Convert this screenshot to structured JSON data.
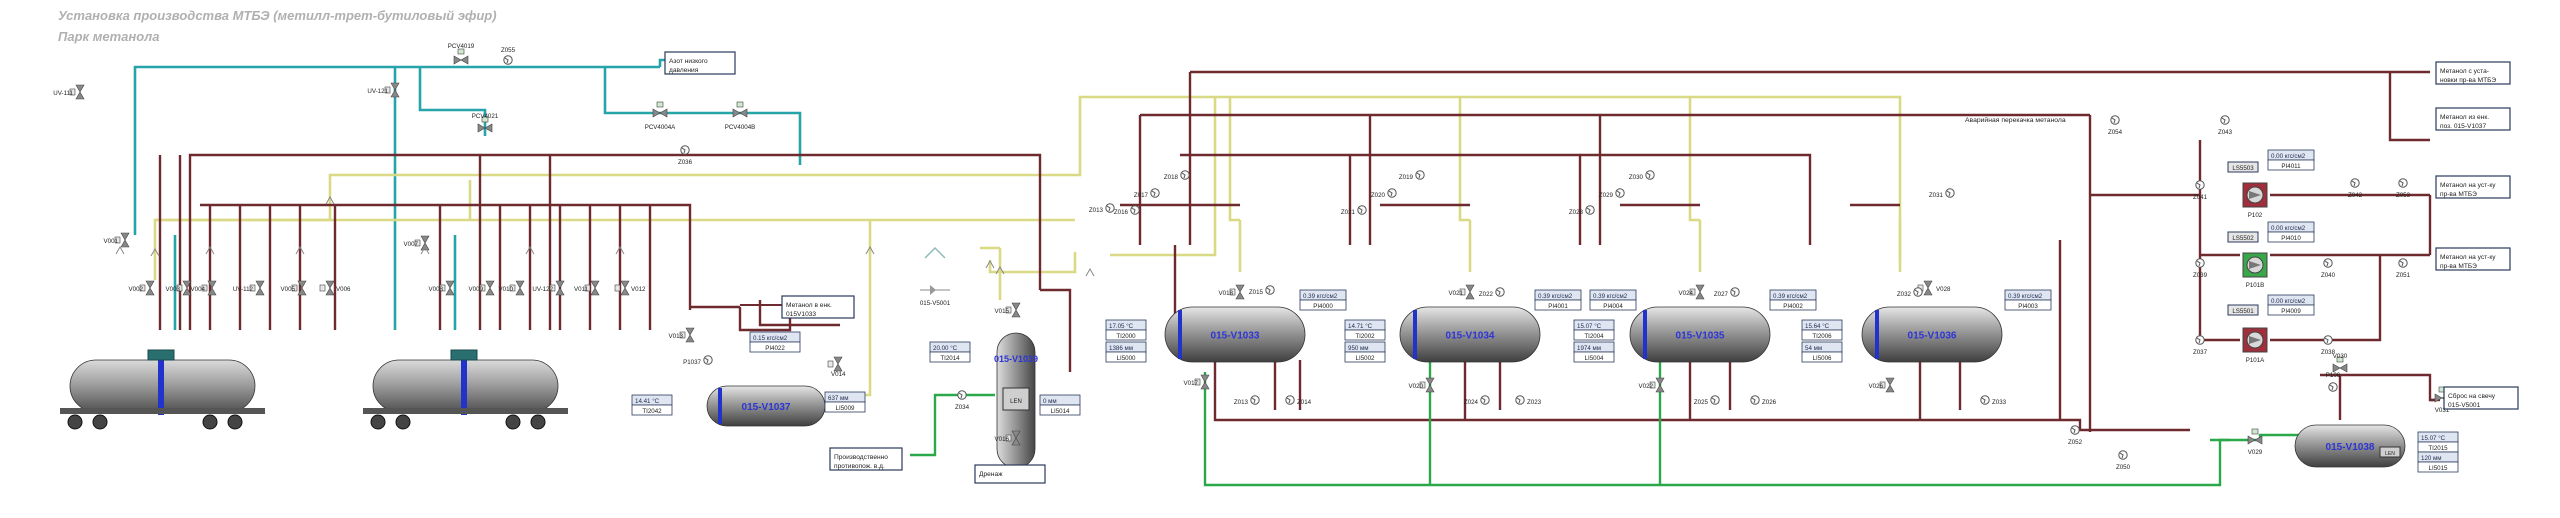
{
  "header": {
    "title": "Установка производства МТБЭ (метилл-трет-бутиловый эфир)",
    "subtitle": "Парк метанола"
  },
  "colors": {
    "pipe_methanol": "#6e2a2e",
    "pipe_nitrogen": "#27a4a9",
    "pipe_steam": "#dada86",
    "pipe_drain": "#2aa84a",
    "vessel_name": "#2d35d6",
    "box_border": "#2a3a5c",
    "value_box": "#dfe6f2"
  },
  "vessels": [
    {
      "id": "tank1",
      "name": ""
    },
    {
      "id": "tank2",
      "name": ""
    },
    {
      "id": "v1037",
      "name": "015-V1037"
    },
    {
      "id": "v1039",
      "name": "015-V1039"
    },
    {
      "id": "v1033",
      "name": "015-V1033"
    },
    {
      "id": "v1034",
      "name": "015-V1034"
    },
    {
      "id": "v1035",
      "name": "015-V1035"
    },
    {
      "id": "v1036",
      "name": "015-V1036"
    },
    {
      "id": "v1038",
      "name": "015-V1038"
    }
  ],
  "valves": [
    {
      "id": "uv111",
      "label": "UV-111"
    },
    {
      "id": "v001",
      "label": "V001"
    },
    {
      "id": "v002",
      "label": "V002"
    },
    {
      "id": "v003",
      "label": "V003"
    },
    {
      "id": "v004",
      "label": "V004"
    },
    {
      "id": "uv112",
      "label": "UV-112"
    },
    {
      "id": "v005",
      "label": "V005"
    },
    {
      "id": "v006",
      "label": "V006"
    },
    {
      "id": "uv121",
      "label": "UV-121"
    },
    {
      "id": "v007",
      "label": "V007"
    },
    {
      "id": "v008",
      "label": "V008"
    },
    {
      "id": "v009",
      "label": "V009"
    },
    {
      "id": "v010",
      "label": "V010"
    },
    {
      "id": "uv122",
      "label": "UV-122"
    },
    {
      "id": "v011",
      "label": "V011"
    },
    {
      "id": "v012",
      "label": "V012"
    },
    {
      "id": "v013",
      "label": "V013"
    },
    {
      "id": "v014",
      "label": "V014"
    },
    {
      "id": "v015",
      "label": "V015"
    },
    {
      "id": "v016",
      "label": "V016"
    },
    {
      "id": "v017",
      "label": "V017"
    },
    {
      "id": "v018",
      "label": "V018"
    },
    {
      "id": "v020",
      "label": "V020"
    },
    {
      "id": "v021",
      "label": "V021"
    },
    {
      "id": "v022",
      "label": "V022"
    },
    {
      "id": "v024",
      "label": "V024"
    },
    {
      "id": "v026",
      "label": "V026"
    },
    {
      "id": "v028",
      "label": "V028"
    },
    {
      "id": "v029",
      "label": "V029"
    },
    {
      "id": "v030",
      "label": "V030"
    },
    {
      "id": "v031",
      "label": "V031"
    },
    {
      "id": "z034",
      "label": "Z034"
    },
    {
      "id": "z055",
      "label": "Z055"
    },
    {
      "id": "z036",
      "label": "Z036"
    },
    {
      "id": "z013",
      "label": "Z013"
    },
    {
      "id": "z014",
      "label": "Z014"
    },
    {
      "id": "z015",
      "label": "Z015"
    },
    {
      "id": "z016",
      "label": "Z016"
    },
    {
      "id": "z017",
      "label": "Z017"
    },
    {
      "id": "z018",
      "label": "Z018"
    },
    {
      "id": "z019",
      "label": "Z019"
    },
    {
      "id": "z020",
      "label": "Z020"
    },
    {
      "id": "z021",
      "label": "Z021"
    },
    {
      "id": "z022",
      "label": "Z022"
    },
    {
      "id": "z023",
      "label": "Z023"
    },
    {
      "id": "z024",
      "label": "Z024"
    },
    {
      "id": "z025",
      "label": "Z025"
    },
    {
      "id": "z026",
      "label": "Z026"
    },
    {
      "id": "z027",
      "label": "Z027"
    },
    {
      "id": "z028",
      "label": "Z028"
    },
    {
      "id": "z029",
      "label": "Z029"
    },
    {
      "id": "z030",
      "label": "Z030"
    },
    {
      "id": "z031",
      "label": "Z031"
    },
    {
      "id": "z032",
      "label": "Z032"
    },
    {
      "id": "z033",
      "label": "Z033"
    },
    {
      "id": "z037",
      "label": "Z037"
    },
    {
      "id": "z038",
      "label": "Z038"
    },
    {
      "id": "z039",
      "label": "Z039"
    },
    {
      "id": "z040",
      "label": "Z040"
    },
    {
      "id": "z041",
      "label": "Z041"
    },
    {
      "id": "z042",
      "label": "Z042"
    },
    {
      "id": "z043",
      "label": "Z043"
    },
    {
      "id": "z050",
      "label": "Z050"
    },
    {
      "id": "z051",
      "label": "Z051"
    },
    {
      "id": "z052",
      "label": "Z052"
    },
    {
      "id": "z053",
      "label": "Z053"
    },
    {
      "id": "z054",
      "label": "Z054"
    },
    {
      "id": "z0xx",
      "label": "Z0"
    },
    {
      "id": "pcv4019",
      "label": "PCV4019"
    },
    {
      "id": "pcv4021",
      "label": "PCV4021"
    },
    {
      "id": "pcv4004a",
      "label": "PCV4004A"
    },
    {
      "id": "pcv4004b",
      "label": "PCV4004B"
    },
    {
      "id": "p1037",
      "label": "P1037"
    },
    {
      "id": "p106",
      "label": "P106"
    },
    {
      "id": "v015001",
      "label": "015-V5001"
    }
  ],
  "pumps": [
    {
      "id": "p102",
      "label": "P102"
    },
    {
      "id": "p101b",
      "label": "P101B"
    },
    {
      "id": "p101a",
      "label": "P101A"
    }
  ],
  "tags": [
    {
      "id": "pi4022",
      "value": "0.15 кгс/см2",
      "tag": "PI4022"
    },
    {
      "id": "ti2042",
      "value": "14.41 °C",
      "tag": "TI2042"
    },
    {
      "id": "li5009",
      "value": "637 мм",
      "tag": "LI5009"
    },
    {
      "id": "ti2014",
      "value": "20.00 °C",
      "tag": "TI2014"
    },
    {
      "id": "li5014",
      "value": "0 мм",
      "tag": "LI5014"
    },
    {
      "id": "ti2000",
      "value": "17.05 °C",
      "tag": "TI2000"
    },
    {
      "id": "li5000",
      "value": "1386 мм",
      "tag": "LI5000"
    },
    {
      "id": "pi4000",
      "value": "0.39 кгс/см2",
      "tag": "PI4000"
    },
    {
      "id": "ti2002",
      "value": "14.71 °C",
      "tag": "TI2002"
    },
    {
      "id": "li5002",
      "value": "950 мм",
      "tag": "LI5002"
    },
    {
      "id": "pi4001",
      "value": "0.39 кгс/см2",
      "tag": "PI4001"
    },
    {
      "id": "pi4004",
      "value": "0.39 кгс/см2",
      "tag": "PI4004"
    },
    {
      "id": "ti2004",
      "value": "15.07 °C",
      "tag": "TI2004"
    },
    {
      "id": "li5004",
      "value": "1974 мм",
      "tag": "LI5004"
    },
    {
      "id": "pi4002",
      "value": "0.39 кгс/см2",
      "tag": "PI4002"
    },
    {
      "id": "ti2006",
      "value": "15.64 °C",
      "tag": "TI2006"
    },
    {
      "id": "li5006",
      "value": "54 мм",
      "tag": "LI5006"
    },
    {
      "id": "pi4003",
      "value": "0.39 кгс/см2",
      "tag": "PI4003"
    },
    {
      "id": "pi4011",
      "value": "0.00 кгс/см2",
      "tag": "PI4011"
    },
    {
      "id": "pi4010",
      "value": "0.00 кгс/см2",
      "tag": "PI4010"
    },
    {
      "id": "pi4009",
      "value": "0.00 кгс/см2",
      "tag": "PI4009"
    },
    {
      "id": "ti2015",
      "value": "15.07 °C",
      "tag": "TI2015"
    },
    {
      "id": "li5015",
      "value": "120 мм",
      "tag": "LI5015"
    }
  ],
  "switches": [
    {
      "id": "ls5503",
      "label": "LS5503"
    },
    {
      "id": "ls5502",
      "label": "LS5502"
    },
    {
      "id": "ls5501",
      "label": "LS5501"
    }
  ],
  "level_texts": {
    "v1039": "LEN",
    "v1038": "LEN"
  },
  "notes": [
    {
      "id": "n_nitrogen",
      "lines": [
        "Азот низкого",
        "давления"
      ]
    },
    {
      "id": "n_meth_env",
      "lines": [
        "Метанол в енк.",
        "015V1033"
      ]
    },
    {
      "id": "n_fire",
      "lines": [
        "Производственно",
        "противопож. в.д."
      ]
    },
    {
      "id": "n_drain",
      "lines": [
        "Дренаж"
      ]
    },
    {
      "id": "n_meth_inst",
      "lines": [
        "Метанол с уста-",
        "новки пр-ва МТБЭ"
      ]
    },
    {
      "id": "n_meth_tank",
      "lines": [
        "Метанол из енк.",
        "поз. 015-V1037"
      ]
    },
    {
      "id": "n_meth_out1",
      "lines": [
        "Метанол на уст-ку",
        "пр-ва МТБЭ"
      ]
    },
    {
      "id": "n_meth_out2",
      "lines": [
        "Метанол на уст-ку",
        "пр-ва МТБЭ"
      ]
    },
    {
      "id": "n_vent",
      "lines": [
        "Сброс на свечу",
        "015-V5001"
      ]
    }
  ],
  "emergency_text": "Аварийная перекачка метанола"
}
